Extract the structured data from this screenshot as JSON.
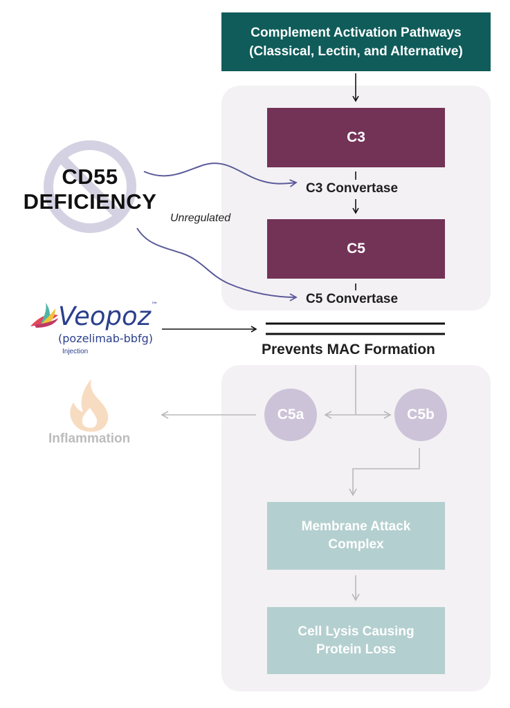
{
  "header": {
    "line1": "Complement Activation Pathways",
    "line2": "(Classical, Lectin, and Alternative)"
  },
  "pathway": {
    "c3": "C3",
    "c3_convertase": "C3 Convertase",
    "c5": "C5",
    "c5_convertase": "C5 Convertase"
  },
  "deficiency": {
    "line1": "CD55",
    "line2": "DEFICIENCY",
    "unregulated": "Unregulated"
  },
  "drug": {
    "brand": "Veopoz",
    "trademark": "™",
    "generic": "(pozelimab-bbfg)",
    "route": "Injection"
  },
  "block": {
    "label": "Prevents MAC Formation"
  },
  "downstream": {
    "c5a": "C5a",
    "c5b": "C5b",
    "inflammation": "Inflammation",
    "mac_line1": "Membrane Attack",
    "mac_line2": "Complex",
    "lysis_line1": "Cell Lysis Causing",
    "lysis_line2": "Protein Loss"
  },
  "colors": {
    "header_teal": "#0f5c5a",
    "c_box_plum": "#733357",
    "circle_lavender": "#cdc3d8",
    "teal_box": "#b4cfcf",
    "panel_bg": "#f3f1f4",
    "wavy_arrow": "#5a5a9a",
    "flame": "#f7dcc2"
  }
}
